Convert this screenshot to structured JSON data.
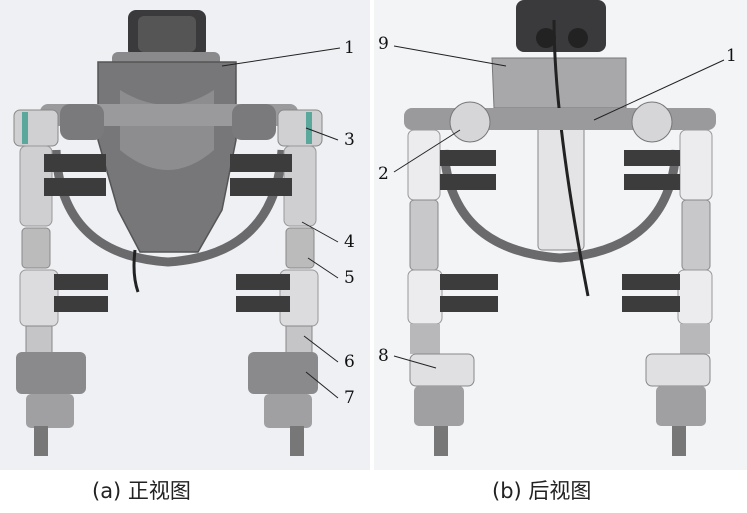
{
  "panels": [
    {
      "caption": "(a) 正视图",
      "labels": [
        "1",
        "3",
        "4",
        "5",
        "6",
        "7"
      ]
    },
    {
      "caption": "(b) 后视图",
      "labels": [
        "9",
        "1",
        "2",
        "8"
      ]
    }
  ],
  "colors": {
    "metal_dark": "#6e6e70",
    "metal_light": "#d8d8da",
    "cover_white": "#f4f4f4",
    "strap_dark": "#3c3c3c",
    "accent_teal": "#5aa79b",
    "background": "#eef0f3"
  }
}
